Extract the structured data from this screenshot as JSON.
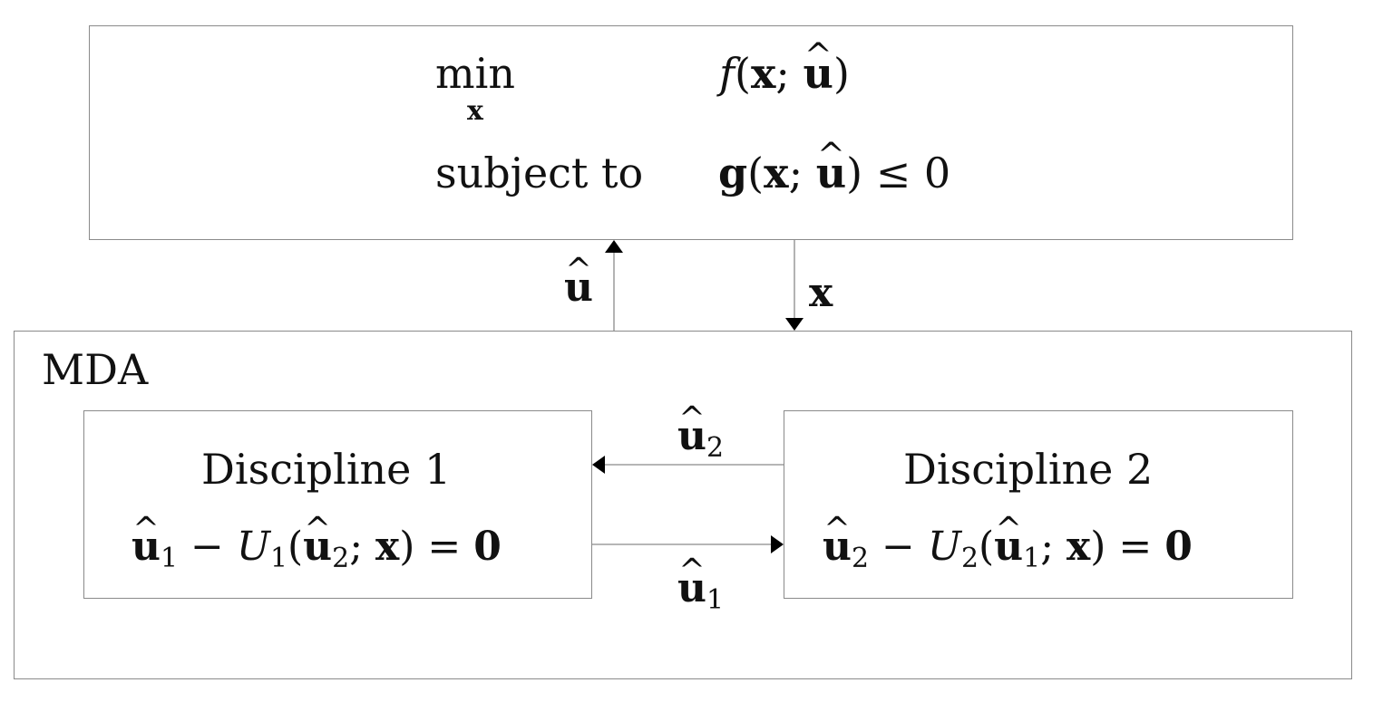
{
  "optimizer": {
    "min_label": "min",
    "min_var": "x",
    "objective": {
      "f": "f",
      "x": "x",
      "u": "u"
    },
    "subject_to_label": "subject to",
    "constraint": {
      "g": "g",
      "x": "x",
      "u": "u",
      "rhs": "0"
    }
  },
  "connections": {
    "up_label": "u",
    "down_label": "x",
    "left_label": {
      "var": "u",
      "sub": "2"
    },
    "right_label": {
      "var": "u",
      "sub": "1"
    }
  },
  "mda": {
    "label": "MDA",
    "discipline1": {
      "title": "Discipline 1",
      "eq": {
        "u_sub": "1",
        "U_sub": "1",
        "arg_sub": "2",
        "x": "x",
        "rhs": "0"
      }
    },
    "discipline2": {
      "title": "Discipline 2",
      "eq": {
        "u_sub": "2",
        "U_sub": "2",
        "arg_sub": "1",
        "x": "x",
        "rhs": "0"
      }
    }
  }
}
